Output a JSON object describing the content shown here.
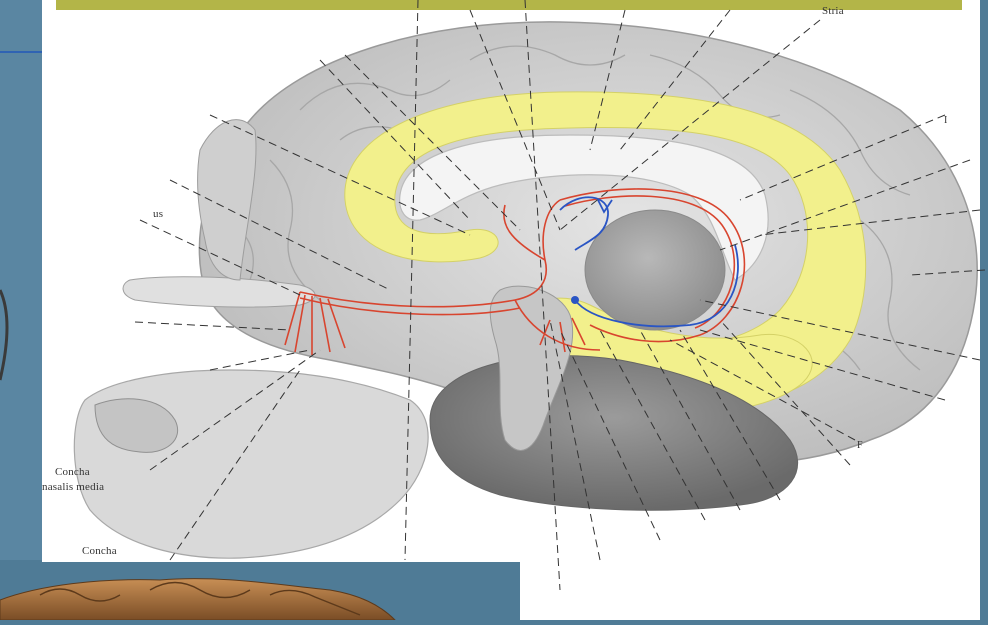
{
  "figure": {
    "labels": {
      "stria": "Stria",
      "us": "us",
      "i_mark": "I",
      "f_mark": "F",
      "concha_media_1": "Concha",
      "concha_media_2": "nasalis media",
      "concha_lower": "Concha"
    }
  },
  "colors": {
    "slide_background": "#4f7b96",
    "top_band": "#b3b548",
    "limbic_yellow": "#f2f08c",
    "nerve_red": "#d8452f",
    "vessel_blue": "#2a55c4",
    "brain_gray": "#d6d6d6"
  }
}
